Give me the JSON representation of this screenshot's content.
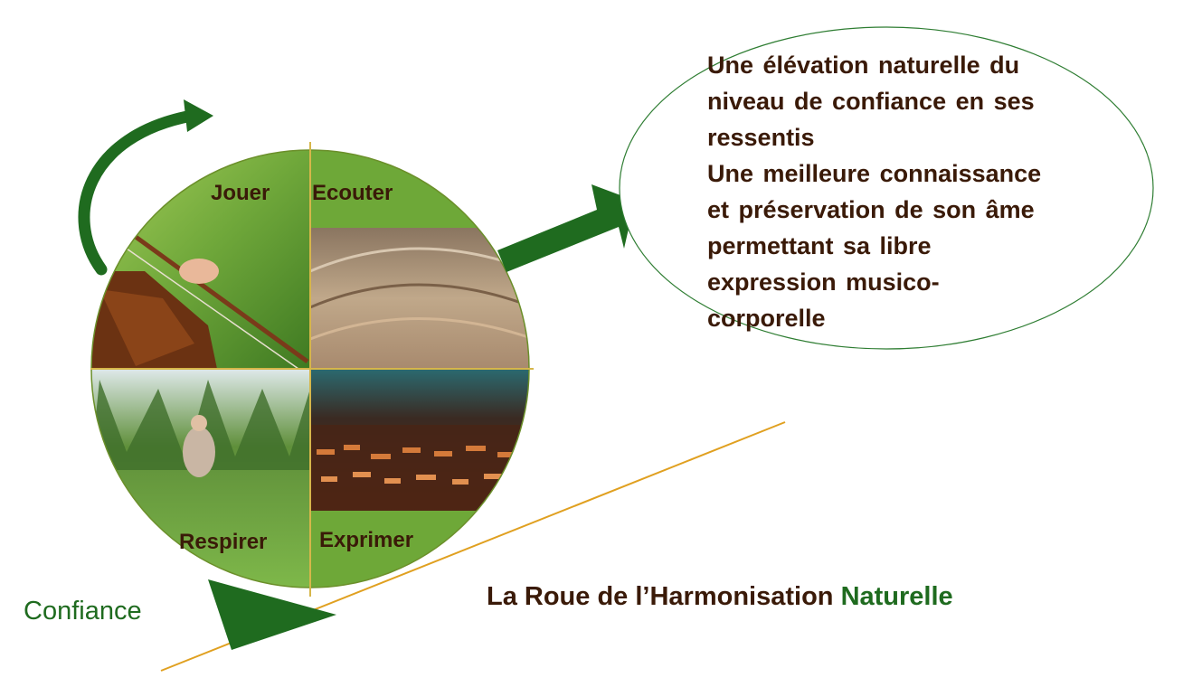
{
  "wheel": {
    "quadrants": [
      {
        "label": "Jouer",
        "photo": "violin-bow-closeup"
      },
      {
        "label": "Ecouter",
        "photo": "stadium-crowd"
      },
      {
        "label": "Respirer",
        "photo": "violinist-in-meadow"
      },
      {
        "label": "Exprimer",
        "photo": "orchestra-on-stage"
      }
    ]
  },
  "ellipse": {
    "lines": [
      "Une élévation naturelle du",
      "niveau de confiance en ses",
      "ressentis",
      "Une meilleure connaissance",
      "et préservation de son âme",
      "permettant sa libre",
      "expression musico-",
      "corporelle"
    ]
  },
  "title": {
    "main": "La Roue de l’Harmonisation",
    "accent": "Naturelle"
  },
  "axis_label": "Confiance",
  "colors": {
    "arrow_green": "#1f6b1f",
    "text_brown": "#3a1a08",
    "accent_green": "#1f6b1f",
    "slope_line": "#e0a020",
    "ellipse_stroke": "#2e7d32"
  }
}
